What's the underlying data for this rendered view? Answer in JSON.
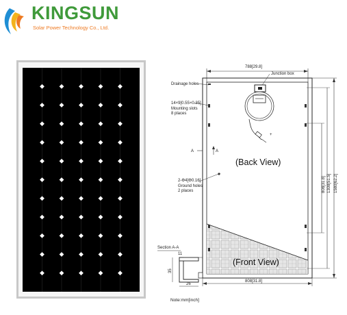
{
  "logo": {
    "brand": "KINGSUN",
    "tagline": "Solar Power Technology Co., Ltd.",
    "colors": {
      "green": "#3f9a3a",
      "orange": "#ee7a22",
      "blue": "#1f8ed4",
      "yellow": "#f3b31c"
    }
  },
  "panel_photo": {
    "cell_columns": 6,
    "cell_rows": 12,
    "cell_color": "#000000",
    "frame_color": "#c8c8c8"
  },
  "drawing": {
    "labels": {
      "drainage_holes": "Drainage holes",
      "junction_box": "Junction box",
      "width_top": "788[29.8]",
      "mounting_size": "14×9[0.55×0.35]",
      "mounting_slots": "Mounting slots",
      "mounting_places": "8 places",
      "section_mark_left": "A",
      "section_mark_right": "A",
      "back_view": "(Back View)",
      "front_view": "(Front View)",
      "ground_size": "2-Φ4[Φ0.16]",
      "ground_holes": "Ground holes",
      "ground_places": "2 places",
      "dim_right_1": "808[31.8]",
      "dim_right_2": "1308[51.5]",
      "dim_right_3": "1580[62.2]",
      "width_bottom": "808[31.8]",
      "section_title": "Section A-A",
      "section_11": "11",
      "section_35": "35",
      "section_26": "26",
      "note": "Note:mm[inch]"
    }
  }
}
